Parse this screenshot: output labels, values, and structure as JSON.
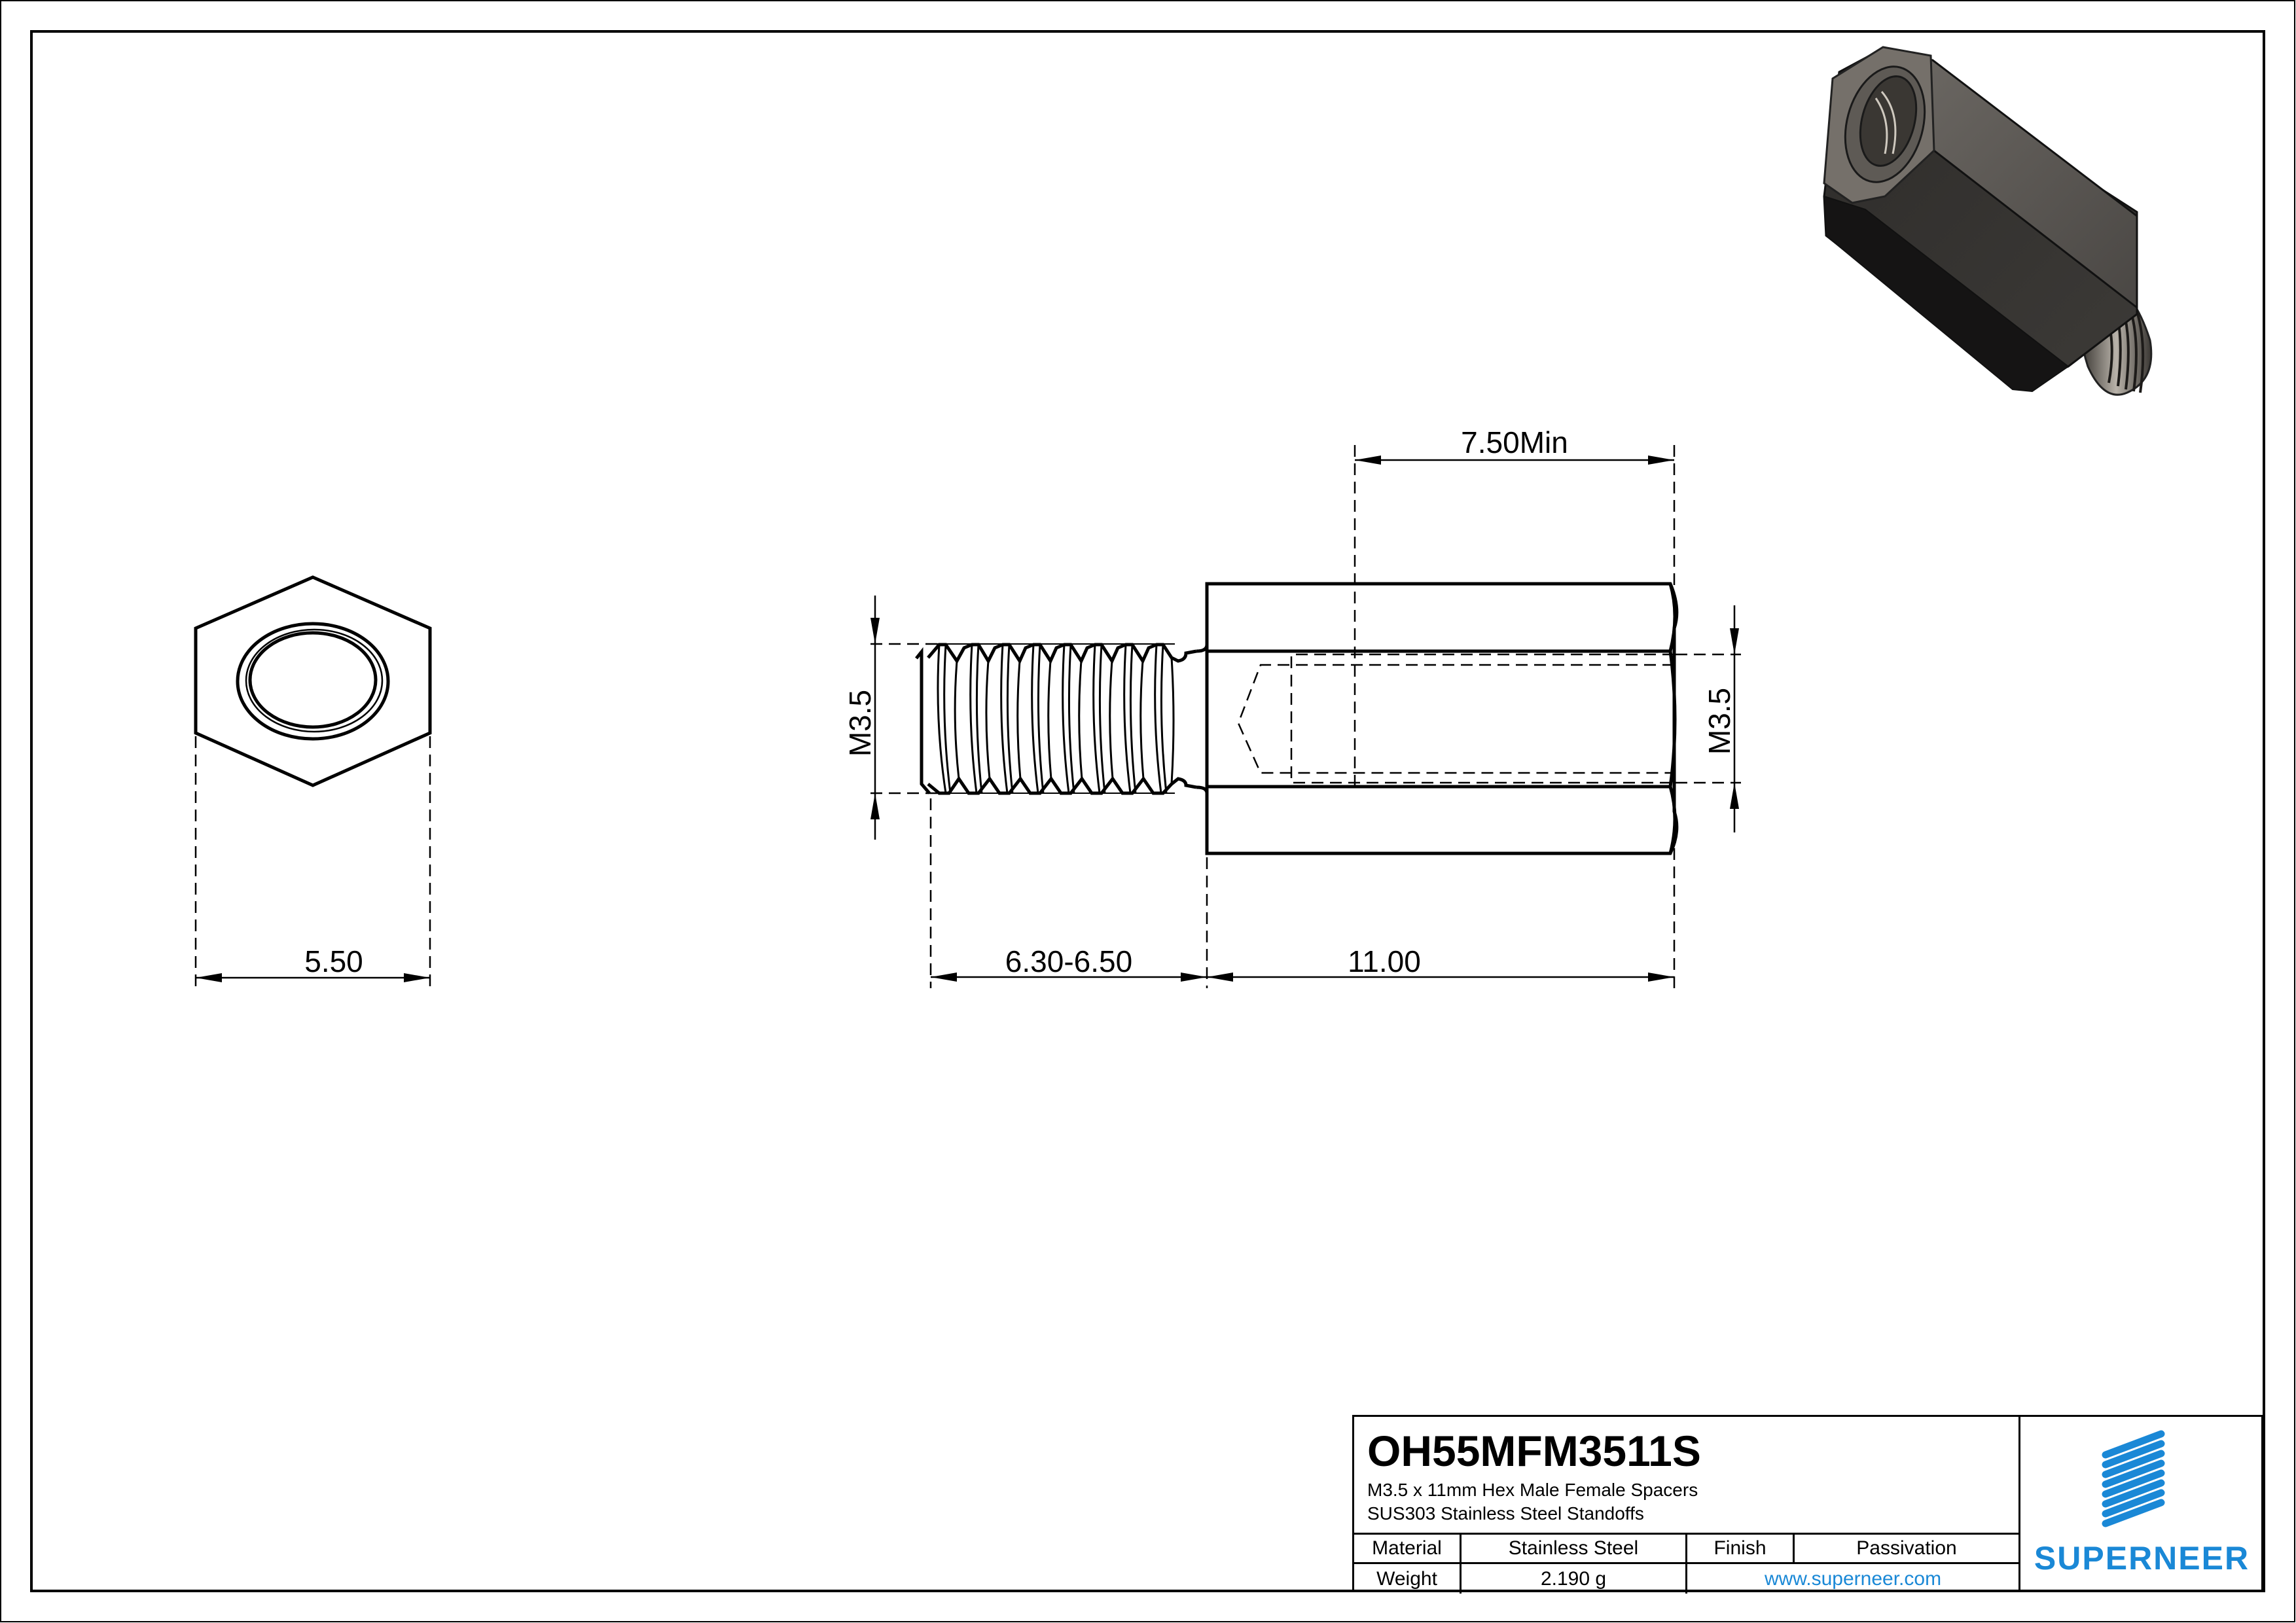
{
  "drawing": {
    "part_number": "OH55MFM3511S",
    "description_line1": "M3.5 x 11mm Hex Male Female Spacers",
    "description_line2": "SUS303 Stainless Steel Standoffs",
    "material_label": "Material",
    "material_value": "Stainless Steel",
    "finish_label": "Finish",
    "finish_value": "Passivation",
    "weight_label": "Weight",
    "weight_value": "2.190 g",
    "website": "www.superneer.com",
    "brand": "SUPERNEER",
    "brand_color": "#1a88d6"
  },
  "dimensions": {
    "hex_width": "5.50",
    "male_thread_length": "6.30-6.50",
    "body_length": "11.00",
    "female_thread_depth": "7.50Min",
    "male_thread_size": "M3.5",
    "female_thread_size": "M3.5"
  },
  "views": {
    "end_view": "hex-end-view",
    "side_view": "side-elevation",
    "iso_view": "isometric-render"
  }
}
